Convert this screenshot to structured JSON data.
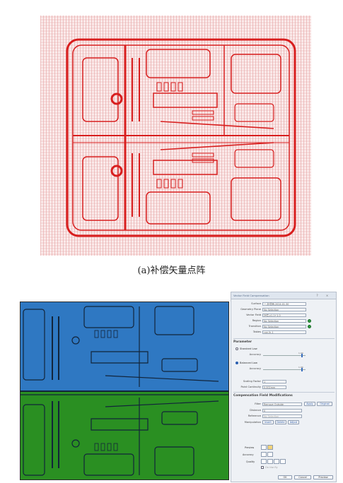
{
  "caption_a": "(a)补偿矢量点阵",
  "panel": {
    "title": "Vector Field Compensation",
    "help_icon": "?",
    "close_icon": "×",
    "rows": [
      {
        "label": "Surface",
        "value": "一-补偿面-2024.01.30"
      },
      {
        "label": "Geometry Plane",
        "value": "No Selection"
      },
      {
        "label": "Vector Field",
        "value": "补偿-v1.1+1.0"
      },
      {
        "label": "Region",
        "value": "No Selection"
      },
      {
        "label": "Transition",
        "value": "No Selection"
      },
      {
        "label": "Tables",
        "value": "con.lh-1"
      }
    ],
    "parameter_header": "Parameter",
    "standard_law": "Standard Law",
    "accuracy_label": "Accuracy",
    "accuracy_value_1": "1.00",
    "balanced_law": "Balanced Law",
    "accuracy_value_2": "1.00",
    "scaling_factor_label": "Scaling Factor",
    "scaling_factor_value": "1",
    "point_continuity_label": "Point Continuity",
    "point_continuity_value": "0.002mm",
    "mod_header": "Compensation Field Modifications",
    "filter_label": "Filter",
    "filter_value": "Remove Outside",
    "apply_btn": "Apply",
    "original_btn": "Original",
    "distance_label": "Distance",
    "distance_value": "0",
    "reference_label": "Reference",
    "reference_value": "No Selection",
    "manipulation_label": "Manipulation",
    "insert_btn": "Insert",
    "delete_btn": "Delete",
    "adjust_btn": "Adjust",
    "preview_label": "Preview",
    "accuracy_label2": "Accuracy",
    "quality_label": "Quality",
    "on_the_fly": "On the fly",
    "ok_btn": "OK",
    "cancel_btn": "Cancel",
    "preview_btn": "Preview"
  },
  "colors": {
    "vector_red": "#d81e1e",
    "viewport_blue": "#2f78c2",
    "viewport_green": "#2a8f22",
    "panel_bg": "#eef1f5"
  }
}
